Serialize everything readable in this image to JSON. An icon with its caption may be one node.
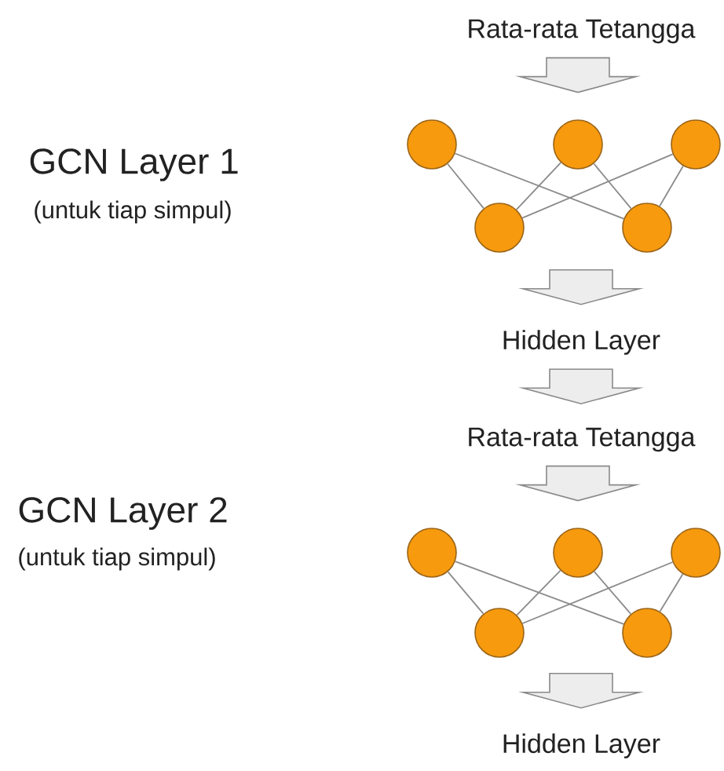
{
  "diagram": {
    "nodes": [
      {
        "text": [
          "Rata-rata Tetangga"
        ]
      },
      {
        "text": [],
        "shape": "circle"
      },
      {
        "text": [],
        "shape": "circle"
      },
      {
        "text": [],
        "shape": "circle"
      },
      {
        "text": [],
        "shape": "circle"
      },
      {
        "text": [],
        "shape": "circle"
      },
      {
        "text": [
          "Hidden Layer"
        ]
      },
      {
        "text": [
          "Rata-rata Tetangga"
        ]
      },
      {
        "text": [],
        "shape": "circle"
      },
      {
        "text": [],
        "shape": "circle"
      },
      {
        "text": [],
        "shape": "circle"
      },
      {
        "text": [],
        "shape": "circle"
      },
      {
        "text": [],
        "shape": "circle"
      },
      {
        "text": [
          "Hidden Layer"
        ]
      }
    ],
    "edges": [
      {
        "from": 0,
        "to": 2,
        "arrow": "to"
      },
      {
        "from": 1,
        "to": 4,
        "arrow": "none"
      },
      {
        "from": 1,
        "to": 5,
        "arrow": "none"
      },
      {
        "from": 2,
        "to": 4,
        "arrow": "none"
      },
      {
        "from": 2,
        "to": 5,
        "arrow": "none"
      },
      {
        "from": 3,
        "to": 4,
        "arrow": "none"
      },
      {
        "from": 3,
        "to": 5,
        "arrow": "none"
      },
      {
        "from": null,
        "to": 6,
        "arrow": "to"
      },
      {
        "from": 6,
        "to": 7,
        "arrow": "to"
      },
      {
        "from": 7,
        "to": 9,
        "arrow": "to"
      },
      {
        "from": 8,
        "to": 11,
        "arrow": "none"
      },
      {
        "from": 8,
        "to": 12,
        "arrow": "none"
      },
      {
        "from": 9,
        "to": 11,
        "arrow": "none"
      },
      {
        "from": 9,
        "to": 12,
        "arrow": "none"
      },
      {
        "from": 10,
        "to": 11,
        "arrow": "none"
      },
      {
        "from": 10,
        "to": 12,
        "arrow": "none"
      },
      {
        "from": null,
        "to": 13,
        "arrow": "to"
      }
    ],
    "labels": [
      "GCN Layer 1",
      "(untuk tiap simpul)",
      "GCN Layer 2",
      "(untuk tiap simpul)"
    ]
  }
}
